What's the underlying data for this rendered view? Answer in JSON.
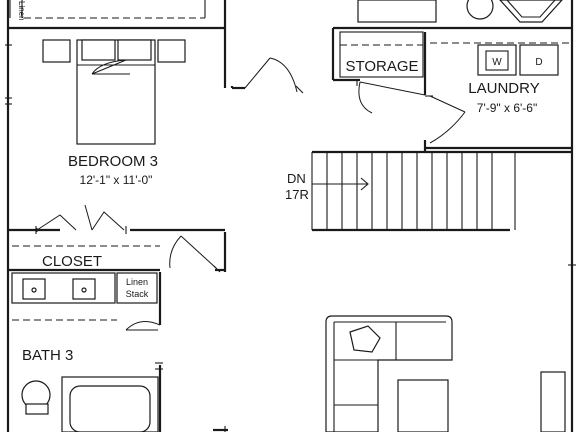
{
  "rooms": {
    "bedroom3": {
      "name": "BEDROOM 3",
      "size": "12'-1\" x 11'-0\""
    },
    "closet": {
      "name": "CLOSET"
    },
    "bath3": {
      "name": "BATH 3"
    },
    "storage": {
      "name": "STORAGE"
    },
    "laundry": {
      "name": "LAUNDRY",
      "size": "7'-9\" x 6'-6\""
    }
  },
  "linen_stack": {
    "line1": "Linen",
    "line2": "Stack"
  },
  "linen_top": "Linen",
  "stairs": {
    "direction": "DN",
    "risers": "17R"
  },
  "appliances": {
    "washer": "W",
    "dryer": "D"
  },
  "colors": {
    "ink": "#1a1a1a",
    "paper": "#ffffff"
  }
}
